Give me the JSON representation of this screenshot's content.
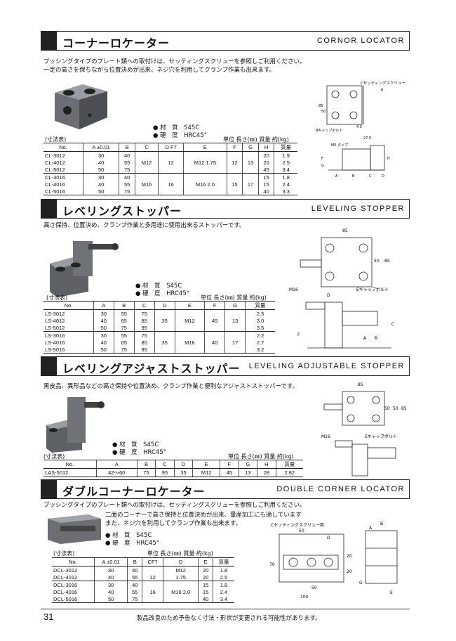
{
  "page_number": "31",
  "footer": "製品改良のため予告なく寸法・形状が変更される可能性があります。",
  "sections": [
    {
      "title_jp": "コーナーロケーター",
      "title_en": "CORNOR LOCATOR",
      "desc": [
        "ブッシングタイプのプレート類への取付けは、セッティングスクリューを参照しご利用ください。",
        "一定の高さを保ちながら位置決めが出来、ネジ穴を利用してクランプ作業も出来ます。"
      ],
      "spec": [
        "● 材　質　S45C",
        "● 硬　度　HRC45°"
      ],
      "unit": "単位 長さ(㎜) 質量 約(kg)",
      "table_label": "(寸法表)",
      "drawing_labels": [
        "Cセッティングスクリュー",
        "E",
        "Bキャップボルト",
        "M6 タップ",
        "85",
        "50",
        "4.5",
        "27.5",
        "F",
        "G",
        "H",
        "A",
        "B",
        "C",
        "D"
      ],
      "headers": [
        "No.",
        "A ±0.01",
        "B",
        "C",
        "D F7",
        "E",
        "F",
        "G",
        "H",
        "質量"
      ],
      "rows": [
        [
          "CL-3012",
          "30",
          "40",
          "",
          "",
          "",
          "",
          "",
          "20",
          "1.9"
        ],
        [
          "CL-4012",
          "40",
          "55",
          "M12",
          "12",
          "M12 1.75",
          "12",
          "13",
          "20",
          "2.5"
        ],
        [
          "CL-5012",
          "50",
          "75",
          "",
          "",
          "",
          "",
          "",
          "45",
          "3.4"
        ],
        [
          "CL-3016",
          "30",
          "40",
          "",
          "",
          "",
          "",
          "",
          "15",
          "1.8"
        ],
        [
          "CL-4016",
          "40",
          "55",
          "M16",
          "16",
          "M16 2.0",
          "15",
          "17",
          "15",
          "2.4"
        ],
        [
          "CL-5016",
          "50",
          "75",
          "",
          "",
          "",
          "",
          "",
          "40",
          "3.3"
        ]
      ]
    },
    {
      "title_jp": "レベリングストッパー",
      "title_en": "LEVELING STOPPER",
      "desc": [
        "高さ保持、位置決め、クランプ作業と多用途に使用出来るストッパーです。"
      ],
      "spec": [
        "● 材　質　S45C",
        "● 硬　度　HRC45°"
      ],
      "unit": "単位 長さ(㎜) 質量 約(kg)",
      "table_label": "(寸法表)",
      "drawing_labels": [
        "85",
        "50",
        "85",
        "M16",
        "Eキャップボルト",
        "D",
        "F",
        "A",
        "B",
        "C",
        "E"
      ],
      "headers": [
        "No.",
        "A",
        "B",
        "C",
        "D",
        "E",
        "F",
        "G",
        "質量"
      ],
      "rows": [
        [
          "LS-3012",
          "30",
          "55",
          "75",
          "",
          "",
          "",
          "",
          "2.5"
        ],
        [
          "LS-4012",
          "40",
          "65",
          "85",
          "35",
          "M12",
          "45",
          "13",
          "3.0"
        ],
        [
          "LS-5012",
          "50",
          "75",
          "95",
          "",
          "",
          "",
          "",
          "3.5"
        ],
        [
          "LS-3016",
          "30",
          "55",
          "75",
          "",
          "",
          "",
          "",
          "2.2"
        ],
        [
          "LS-4016",
          "40",
          "65",
          "85",
          "35",
          "M16",
          "40",
          "17",
          "2.7"
        ],
        [
          "LS-5016",
          "50",
          "75",
          "95",
          "",
          "",
          "",
          "",
          "3.2"
        ]
      ]
    },
    {
      "title_jp": "レベリングアジャストストッパー",
      "title_en": "LEVELING ADJUSTABLE STOPPER",
      "desc": [
        "黒皮品、異形品などの高さ保持や位置決め、クランプ作業と便利なアジャストストッパーです。"
      ],
      "spec": [
        "● 材　質　S45C",
        "● 硬　度　HRC45°"
      ],
      "unit": "単位 長さ(㎜) 質量 約(kg)",
      "table_label": "(寸法表)",
      "drawing_labels": [
        "85",
        "50",
        "50",
        "85",
        "M16",
        "Eキャップボルト"
      ],
      "headers": [
        "No.",
        "A",
        "B",
        "C",
        "D",
        "E",
        "F",
        "G",
        "H",
        "質量"
      ],
      "rows": [
        [
          "LAS-5012",
          "42〜60",
          "75",
          "95",
          "35",
          "M12",
          "45",
          "13",
          "28",
          "2.82"
        ]
      ]
    },
    {
      "title_jp": "ダブルコーナーロケーター",
      "title_en": "DOUBLE CORNER LOCATOR",
      "desc": [
        "ブッシングタイプのプレート類への取付けは、セッティングスクリューを参照しご利用ください。"
      ],
      "desc2": [
        "二面のコーナーで高さ保持と位置決めが出来、量産加工にも適しています",
        "また、ネジ穴を利用してクランプ作業も出来ます。"
      ],
      "spec": [
        "● 材　質　S45C",
        "● 硬　度　HRC45°"
      ],
      "unit": "単位 長さ(㎜) 質量 約(kg)",
      "table_label": "(寸法表)",
      "drawing_labels": [
        "Cセッティングスクリュー用",
        "50",
        "D",
        "70",
        "50",
        "100",
        "20",
        "20",
        "B",
        "A",
        "G",
        "E"
      ],
      "headers": [
        "No.",
        "A ±0.01",
        "B",
        "CF7",
        "D",
        "E",
        "質量"
      ],
      "rows": [
        [
          "DCL-3012",
          "30",
          "40",
          "",
          "M12",
          "20",
          "1.8"
        ],
        [
          "DCL-4012",
          "40",
          "55",
          "12",
          "1.75",
          "20",
          "2.5"
        ],
        [
          "DCL-3016",
          "30",
          "40",
          "",
          "",
          "15",
          "1.8"
        ],
        [
          "DCL-4016",
          "40",
          "55",
          "16",
          "M16 2.0",
          "15",
          "2.4"
        ],
        [
          "DCL-5016",
          "50",
          "75",
          "",
          "",
          "40",
          "3.4"
        ]
      ]
    }
  ]
}
